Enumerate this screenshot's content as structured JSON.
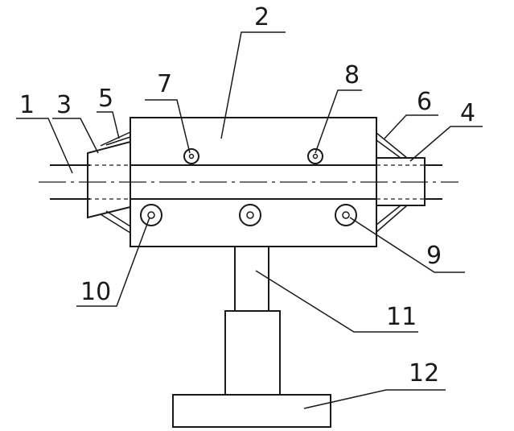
{
  "callouts": [
    "1",
    "2",
    "3",
    "4",
    "5",
    "6",
    "7",
    "8",
    "9",
    "10",
    "11",
    "12"
  ],
  "colors": {
    "ink": "#1a1a1a",
    "background": "#ffffff"
  }
}
